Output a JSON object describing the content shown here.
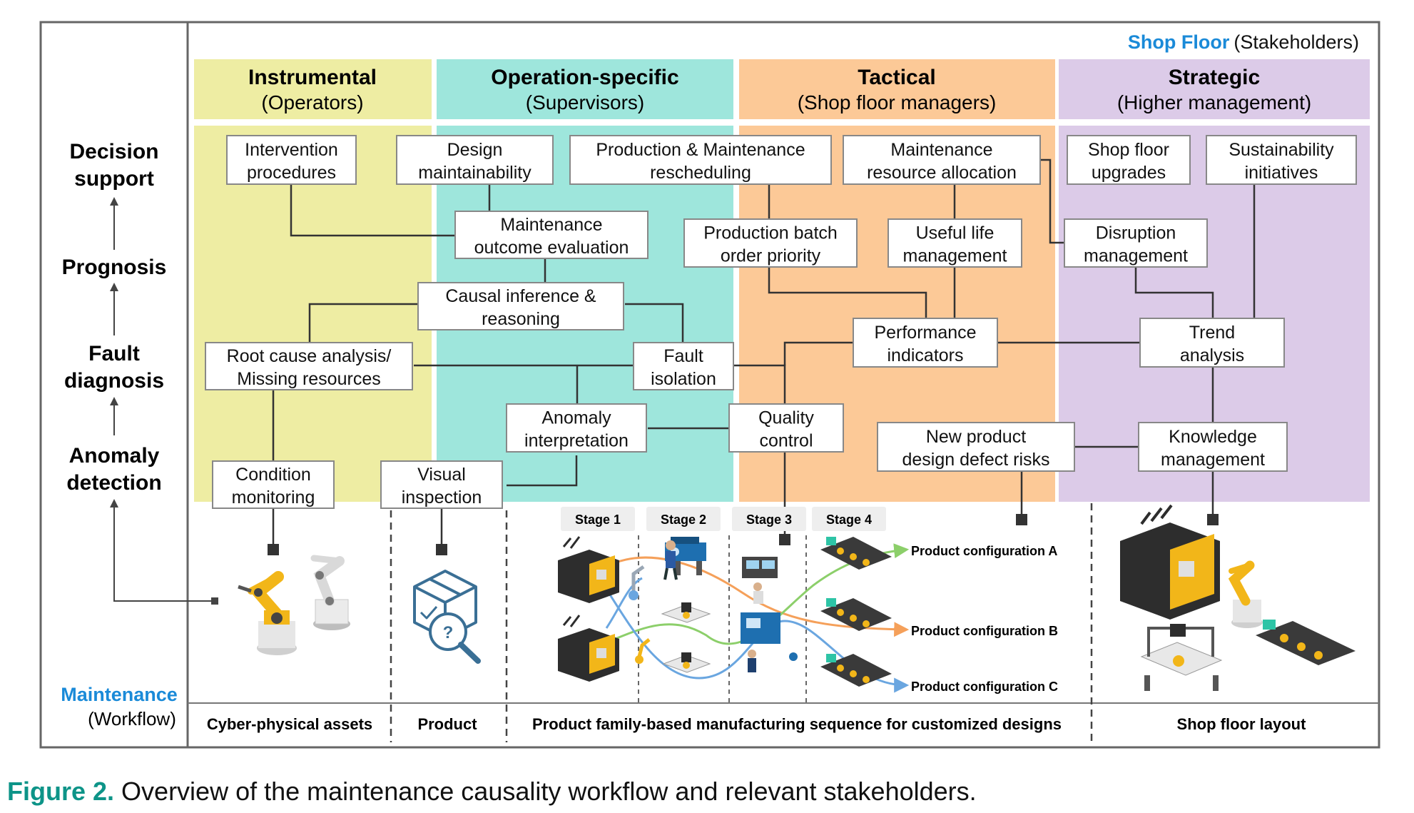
{
  "stakeholders": {
    "title": "Shop Floor",
    "subtitle": "(Stakeholders)"
  },
  "workflow": {
    "title": "Maintenance",
    "subtitle": "(Workflow)"
  },
  "levels": [
    {
      "line1": "Decision",
      "line2": "support"
    },
    {
      "line1": "Prognosis",
      "line2": ""
    },
    {
      "line1": "Fault",
      "line2": "diagnosis"
    },
    {
      "line1": "Anomaly",
      "line2": "detection"
    }
  ],
  "columns": [
    {
      "title": "Instrumental",
      "subtitle": "(Operators)",
      "color": "#eeeda3"
    },
    {
      "title": "Operation-specific",
      "subtitle": "(Supervisors)",
      "color": "#9ee6dc"
    },
    {
      "title": "Tactical",
      "subtitle": "(Shop floor managers)",
      "color": "#fcc997"
    },
    {
      "title": "Strategic",
      "subtitle": "(Higher management)",
      "color": "#dccbe8"
    }
  ],
  "nodes": {
    "intervention": [
      "Intervention",
      "procedures"
    ],
    "design_maint": [
      "Design",
      "maintainability"
    ],
    "prod_maint_resched": [
      "Production & Maintenance",
      "rescheduling"
    ],
    "maint_resource": [
      "Maintenance",
      "resource allocation"
    ],
    "shop_upgrades": [
      "Shop floor",
      "upgrades"
    ],
    "sustainability": [
      "Sustainability",
      "initiatives"
    ],
    "maint_outcome": [
      "Maintenance",
      "outcome evaluation"
    ],
    "batch_priority": [
      "Production batch",
      "order priority"
    ],
    "useful_life": [
      "Useful life",
      "management"
    ],
    "disruption": [
      "Disruption",
      "management"
    ],
    "causal": [
      "Causal inference &",
      "reasoning"
    ],
    "root_cause": [
      "Root cause analysis/",
      "Missing resources"
    ],
    "fault_isolation": [
      "Fault",
      "isolation"
    ],
    "performance": [
      "Performance",
      "indicators"
    ],
    "trend": [
      "Trend",
      "analysis"
    ],
    "anomaly_interp": [
      "Anomaly",
      "interpretation"
    ],
    "quality": [
      "Quality",
      "control"
    ],
    "new_product": [
      "New product",
      "design defect risks"
    ],
    "knowledge": [
      "Knowledge",
      "management"
    ],
    "condition": [
      "Condition",
      "monitoring"
    ],
    "visual": [
      "Visual",
      "inspection"
    ]
  },
  "stages": [
    "Stage 1",
    "Stage 2",
    "Stage 3",
    "Stage 4"
  ],
  "product_configs": [
    "Product configuration A",
    "Product configuration B",
    "Product configuration C"
  ],
  "bottom_sections": [
    "Cyber-physical assets",
    "Product",
    "Product family-based manufacturing sequence for customized designs",
    "Shop floor layout"
  ],
  "product_icon_glyph": "?",
  "caption": {
    "label": "Figure 2.",
    "text": "Overview of the maintenance causality workflow and relevant stakeholders."
  },
  "colors": {
    "accent_blue": "#1a8ad8",
    "caption_teal": "#0d9488",
    "robot_yellow": "#f2b619",
    "machine_dark": "#2d2d2d",
    "flow_orange": "#f5a05a",
    "flow_green": "#8ccf6a",
    "flow_blue": "#6aa6e0",
    "connector": "#333333"
  }
}
